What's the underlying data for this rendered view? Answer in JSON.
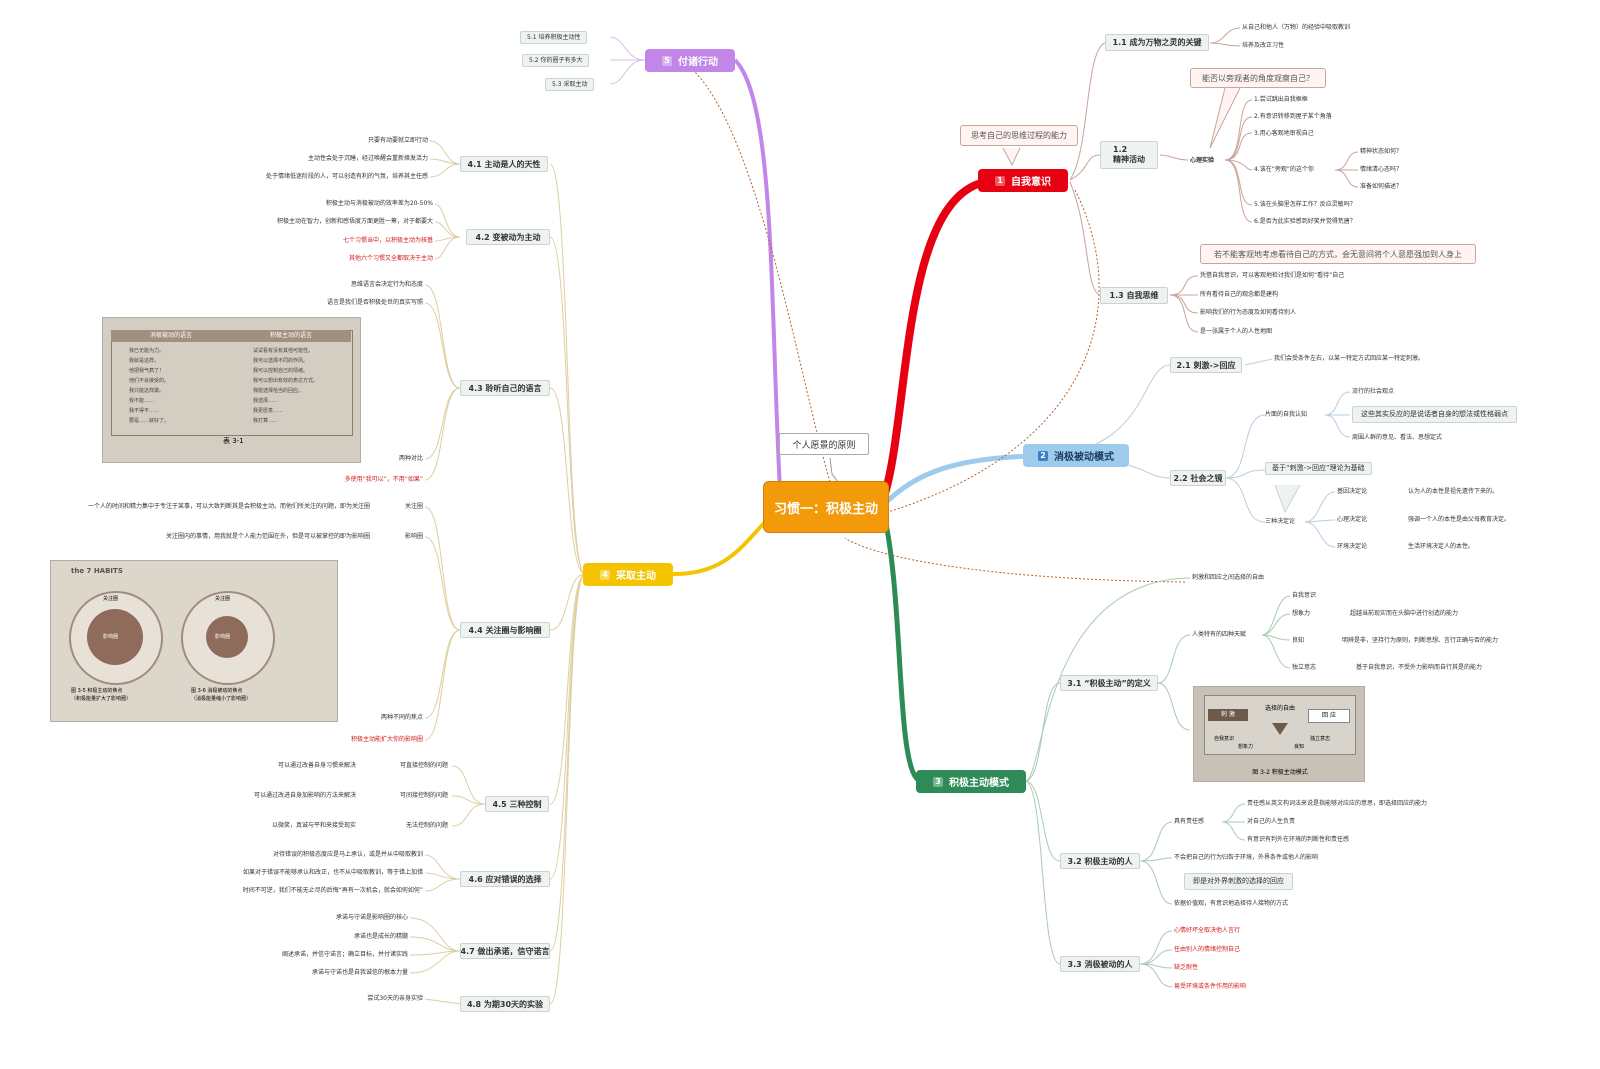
{
  "colors": {
    "central": "#f39a0b",
    "self": "#e60012",
    "passive": "#9ccbec",
    "proactive": "#2e8b57",
    "take": "#f5c400",
    "act": "#c286e9",
    "branch_line": "#c9d4d2"
  },
  "central": "习惯一：积极主动",
  "callout_principle": "个人愿景的原则",
  "b1": {
    "num": "1",
    "label": "自我意识",
    "callout": "思考自己的思维过程的能力",
    "s11": {
      "label": "1.1 成为万物之灵的关键",
      "leaves": [
        "从自己和他人（万物）的经验中吸取教训",
        "培养及改正习性"
      ]
    },
    "s12": {
      "label": "1.2",
      "label2": "精神活动",
      "child": "心理实验",
      "callout": "能否以旁观者的角度观察自己？",
      "leaves": [
        "1.尝试跳出自我框框",
        "2.有意识转移到屋子某个角落",
        "3.用心客观地审视自己",
        "4.该在“旁观”的这个你",
        "5.该在头脑里怎样工作？反应灵敏吗？",
        "6.是否为此实验感到好笑并觉得荒唐？"
      ],
      "sub4": [
        "精神状态如何？",
        "情绪清心态吗？",
        "准备如何描述？"
      ]
    },
    "s13": {
      "label": "1.3 自我思维",
      "callout": "若不能客观地考虑看待自己的方式，会无意间将个人意愿强加到人身上",
      "leaves": [
        "凭借自我意识，可以客观地检讨我们是如何“看待”自己",
        "所有看待自己的观念都是建构",
        "影响我们的行为态度及如何看待别人",
        "是一张属于个人的人性地图"
      ]
    }
  },
  "b2": {
    "num": "2",
    "label": "消极被动模式",
    "s21": {
      "label": "2.1 刺激->回应",
      "leaf_a": "我们会受条件左右，以某一特定方式回应某一特定刺激。",
      "leaf_red_a": "某一特定",
      "leaf_red_b": "某一特定"
    },
    "s22": {
      "label": "2.2 社会之镜",
      "self": "片面的自我认知",
      "self_items": [
        "流行的社会观点",
        "这些其实反应的是说话者自身的想法或性格弱点",
        "周围人群的意见、看法、思想定式"
      ],
      "basis": "基于“刺激->回应”理论为基础",
      "three": "三种决定论",
      "det": [
        {
          "k": "基因决定论",
          "v": "认为人的本性是祖先遗传下来的。"
        },
        {
          "k": "心理决定论",
          "v": "强调一个人的本性是由父母教育决定。"
        },
        {
          "k": "环境决定论",
          "v": "生活环境决定人的本性。"
        }
      ]
    }
  },
  "b3": {
    "num": "3",
    "label": "积极主动模式",
    "top_leaf": "刺激和回应之间选择的自由",
    "s31": {
      "label": "3.1 “积极主动”的定义",
      "human": "人类特有的四种天赋",
      "gifts": [
        {
          "k": "自我意识",
          "v": ""
        },
        {
          "k": "想象力",
          "v": "超越当前现实而在头脑中进行创造的能力"
        },
        {
          "k": "良知",
          "v": "明辨是非，坚持行为原则，判断思想、言行正确与否的能力"
        },
        {
          "k": "独立意志",
          "v": "基于自我意识，不受外力影响而自行其是的能力"
        }
      ],
      "photo": {
        "caption": "图 3-2  积极主动模式",
        "left": "刺 激",
        "right": "回 应",
        "center": "选择的自由",
        "labels": [
          "自我意识",
          "想象力",
          "独立意志",
          "良知"
        ]
      }
    },
    "s32": {
      "label": "3.2 积极主动的人",
      "responsibility": "具有责任感",
      "resp_items": [
        "责任感从英文构词法来说是指能够对应应的意思，即选择回应的能力",
        "对自己的人生负责",
        "有意识有判外在环境的判断性和责任感"
      ],
      "items": [
        "不会把自己的行为归咎于环境，外界条件或他人的影响",
        "即是对外界刺激的选择的回应",
        "依据价值观，有意识地选择待人接物的方式"
      ]
    },
    "s33": {
      "label": "3.3 消极被动的人",
      "items": [
        "心情好坏全取决他人言行",
        "任由别人的情绪控制自己",
        "缺乏耐性",
        "易受环境或条件作用的影响"
      ]
    }
  },
  "b4": {
    "num": "4",
    "label": "采取主动",
    "subs": [
      {
        "label": "4.1 主动是人的天性",
        "leaves": [
          "只要有动要就立即行动",
          "主动性会处于沉睡，经过唤醒会重新焕发活力",
          "处于情绪低迷阶段的人，可以创造有利的气氛，培养其主任感"
        ]
      },
      {
        "label": "4.2 变被动为主动",
        "leaves": [
          "积极主动与消极被动的效率差为20-50%",
          "积极主动在智力，创新和感悟度方面更胜一筹，对于都要大",
          "七个习惯当中，以积极主动为核基",
          "其他六个习惯又全都取决于主动"
        ],
        "red": [
          false,
          false,
          true,
          true
        ]
      },
      {
        "label": "4.3 聆听自己的语言",
        "leaves": [
          "思维语言会决定行为和态度",
          "语言是我们是否积极处世的真实写照",
          "两种对比",
          "多使用“我可以”，不用“如果”"
        ],
        "red": [
          false,
          false,
          false,
          true
        ]
      },
      {
        "label": "4.4 关注圈与影响圈",
        "leaves": [
          "一个人的时间和精力集中于专注于某事，可以大致判断其是会积极主动。而他们所关注的问题，即为关注圈",
          "关注圈",
          "关注圈内的事情，用我就是个人能力范围在外，但是可以被掌控的即为影响圈",
          "影响圈",
          "两种不同的焦点",
          "积极主动能扩大你的影响圈"
        ],
        "red": [
          false,
          false,
          false,
          false,
          false,
          true
        ]
      },
      {
        "label": "4.5 三种控制",
        "leaves": [
          "可以通过改善自身习惯来解决",
          "可直接控制的问题",
          "可以通过改进自身加影响的方法来解决",
          "可间接控制的问题",
          "以微笑，真诚与平和来接受现实",
          "无法控制的问题"
        ]
      },
      {
        "label": "4.6 应对错误的选择",
        "leaves": [
          "对待错误的积极态度应是马上承认，或是并从中吸取教训",
          "如果对于错误不能够承认和改正，也不从中吸取教训，等于错上加错",
          "时间不可逆，我们不能无止尽的后悔“再有一次机会，就会如何如何”"
        ]
      },
      {
        "label": "4.7 做出承诺，信守诺言",
        "leaves": [
          "承诺与守诺是影响圈的核心",
          "承诺也是成长的精髓",
          "阐述承诺，并信守诺言；确立目标，并付诸实践",
          "承诺与守诺也是自我诚信的根本力量"
        ]
      },
      {
        "label": "4.8 为期30天的实验",
        "leaves": [
          "尝试30天的亲身实验"
        ]
      }
    ],
    "photo1": {
      "caption": "表 3-1",
      "col1": "消极被动的语言",
      "col2": "积极主动的语言",
      "rows1": [
        "我已无能为力。",
        "我就是这样。",
        "他把我气疯了！",
        "他们不会接受的。",
        "我只能这样做。",
        "我不能……",
        "我不得不……",
        "要是……就好了。"
      ],
      "rows2": [
        "试试看有没有其他可能性。",
        "我可以选择不同的作风。",
        "我可以控制自己的情绪。",
        "我可以想出有效的表达方式。",
        "我能选择恰当的回应。",
        "我选择……",
        "我更愿意……",
        "我打算……"
      ]
    },
    "photo2": {
      "brand": "the 7 HABITS",
      "left_caption": "图 3-5  积极主动的焦点",
      "left_caption2": "（积极能量扩大了影响圈）",
      "right_caption": "图 3-6  消极被动的焦点",
      "right_caption2": "（消极能量缩小了影响圈）",
      "outer": "关注圈",
      "inner": "影响圈"
    }
  },
  "b5": {
    "num": "5",
    "label": "付诸行动",
    "leaves": [
      "5.1 培养积极主动性",
      "5.2 你的圈子有多大",
      "5.3 采取主动"
    ]
  }
}
